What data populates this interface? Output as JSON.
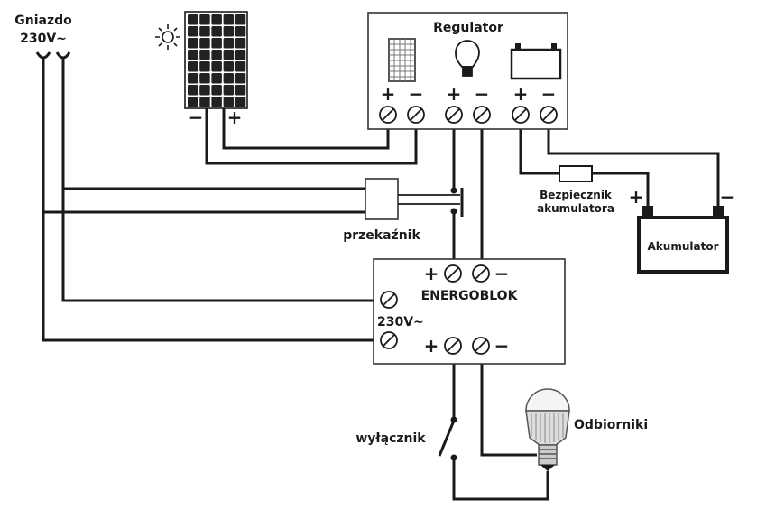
{
  "socket": {
    "title": "Gniazdo",
    "voltage": "230V~"
  },
  "regulator": {
    "title": "Regulator",
    "signs": [
      "+",
      "−",
      "+",
      "−",
      "+",
      "−"
    ],
    "icons": [
      "solar-panel-icon",
      "light-bulb-icon",
      "battery-icon"
    ]
  },
  "solar_panel": {
    "minus": "−",
    "plus": "+"
  },
  "relay": {
    "label": "przekaźnik"
  },
  "fuse": {
    "label_line1": "Bezpiecznik",
    "label_line2": "akumulatora"
  },
  "battery": {
    "label": "Akumulator",
    "plus": "+",
    "minus": "−"
  },
  "energoblok": {
    "title": "ENERGOBLOK",
    "voltage": "230V~",
    "plus": "+",
    "minus": "−"
  },
  "switch": {
    "label": "wyłącznik"
  },
  "load": {
    "label": "Odbiorniki"
  }
}
